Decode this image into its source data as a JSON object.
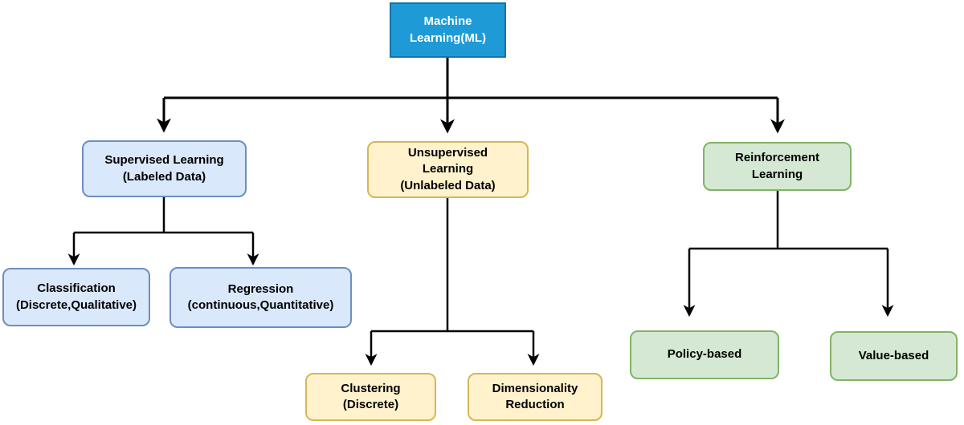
{
  "diagram": {
    "title": "Machine Learning (ML) taxonomy flowchart",
    "type": "tree-flowchart",
    "background": "#FFFFFF",
    "connector_color": "#000000",
    "colors": {
      "root_fill": "#1E9BD7",
      "root_border": "#1172AE",
      "root_text": "#FFFFFF",
      "supervised_fill": "#DAE8FC",
      "supervised_border": "#6C8EBF",
      "unsupervised_fill": "#FFF2CC",
      "unsupervised_border": "#D6B656",
      "reinforcement_fill": "#D5E8D4",
      "reinforcement_border": "#82B366",
      "node_text": "#000000"
    },
    "nodes": {
      "root": {
        "label": "Machine\nLearning(ML)"
      },
      "supervised": {
        "label": "Supervised Learning\n(Labeled Data)"
      },
      "unsupervised": {
        "label": "Unsupervised\nLearning\n(Unlabeled Data)"
      },
      "reinforcement": {
        "label": "Reinforcement\nLearning"
      },
      "classification": {
        "label": "Classification\n(Discrete,Qualitative)"
      },
      "regression": {
        "label": "Regression\n(continuous,Quantitative)"
      },
      "clustering": {
        "label": "Clustering\n(Discrete)"
      },
      "dimensionality_reduction": {
        "label": "Dimensionality\nReduction"
      },
      "policy_based": {
        "label": "Policy-based"
      },
      "value_based": {
        "label": "Value-based"
      }
    },
    "edges": [
      {
        "from": "root",
        "to": "supervised"
      },
      {
        "from": "root",
        "to": "unsupervised"
      },
      {
        "from": "root",
        "to": "reinforcement"
      },
      {
        "from": "supervised",
        "to": "classification"
      },
      {
        "from": "supervised",
        "to": "regression"
      },
      {
        "from": "unsupervised",
        "to": "clustering"
      },
      {
        "from": "unsupervised",
        "to": "dimensionality_reduction"
      },
      {
        "from": "reinforcement",
        "to": "policy_based"
      },
      {
        "from": "reinforcement",
        "to": "value_based"
      }
    ]
  }
}
